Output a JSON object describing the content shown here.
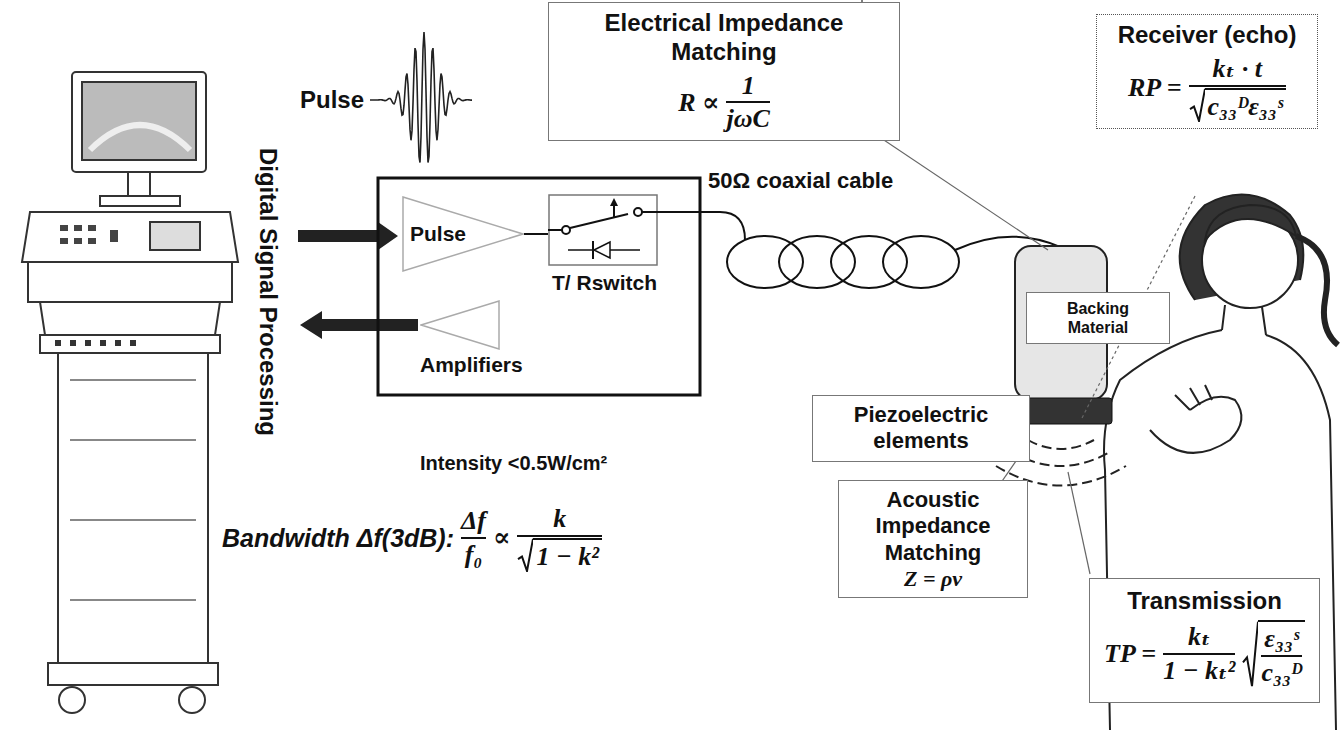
{
  "diagram": {
    "nodes": [
      {
        "text": [
          "Electrical Impedance Matching",
          "R ∝",
          "1",
          "jωC"
        ]
      },
      {
        "text": [
          "Receiver (echo)",
          "RP =",
          "kₜ · t",
          "c₃₃ᴰε₃₃ˢ"
        ]
      },
      {
        "text": [
          "Pulse"
        ]
      },
      {
        "text": [
          "T/ Rswitch"
        ]
      },
      {
        "text": [
          "Amplifiers"
        ]
      },
      {
        "text": [
          "Backing Material"
        ]
      },
      {
        "text": [
          "Piezoelectric elements"
        ]
      },
      {
        "text": [
          "Acoustic Impedance Matching",
          "Z = ρν"
        ]
      },
      {
        "text": [
          "Transmission",
          "TP =",
          "kₜ",
          "1 − kₜ²",
          "ε₃₃ˢ",
          "c₃₃ᴰ"
        ]
      }
    ],
    "edges": [
      {
        "from": 2,
        "to": 3,
        "arrow": "none"
      }
    ],
    "labels": [
      "Pulse",
      "Digital Signal Processing",
      "50Ω coaxial cable",
      "Intensity <0.5W/cm²",
      "Bandwidth Δf(3dB):",
      "Δf",
      "f₀",
      "∝",
      "k",
      "1 − k²"
    ]
  }
}
